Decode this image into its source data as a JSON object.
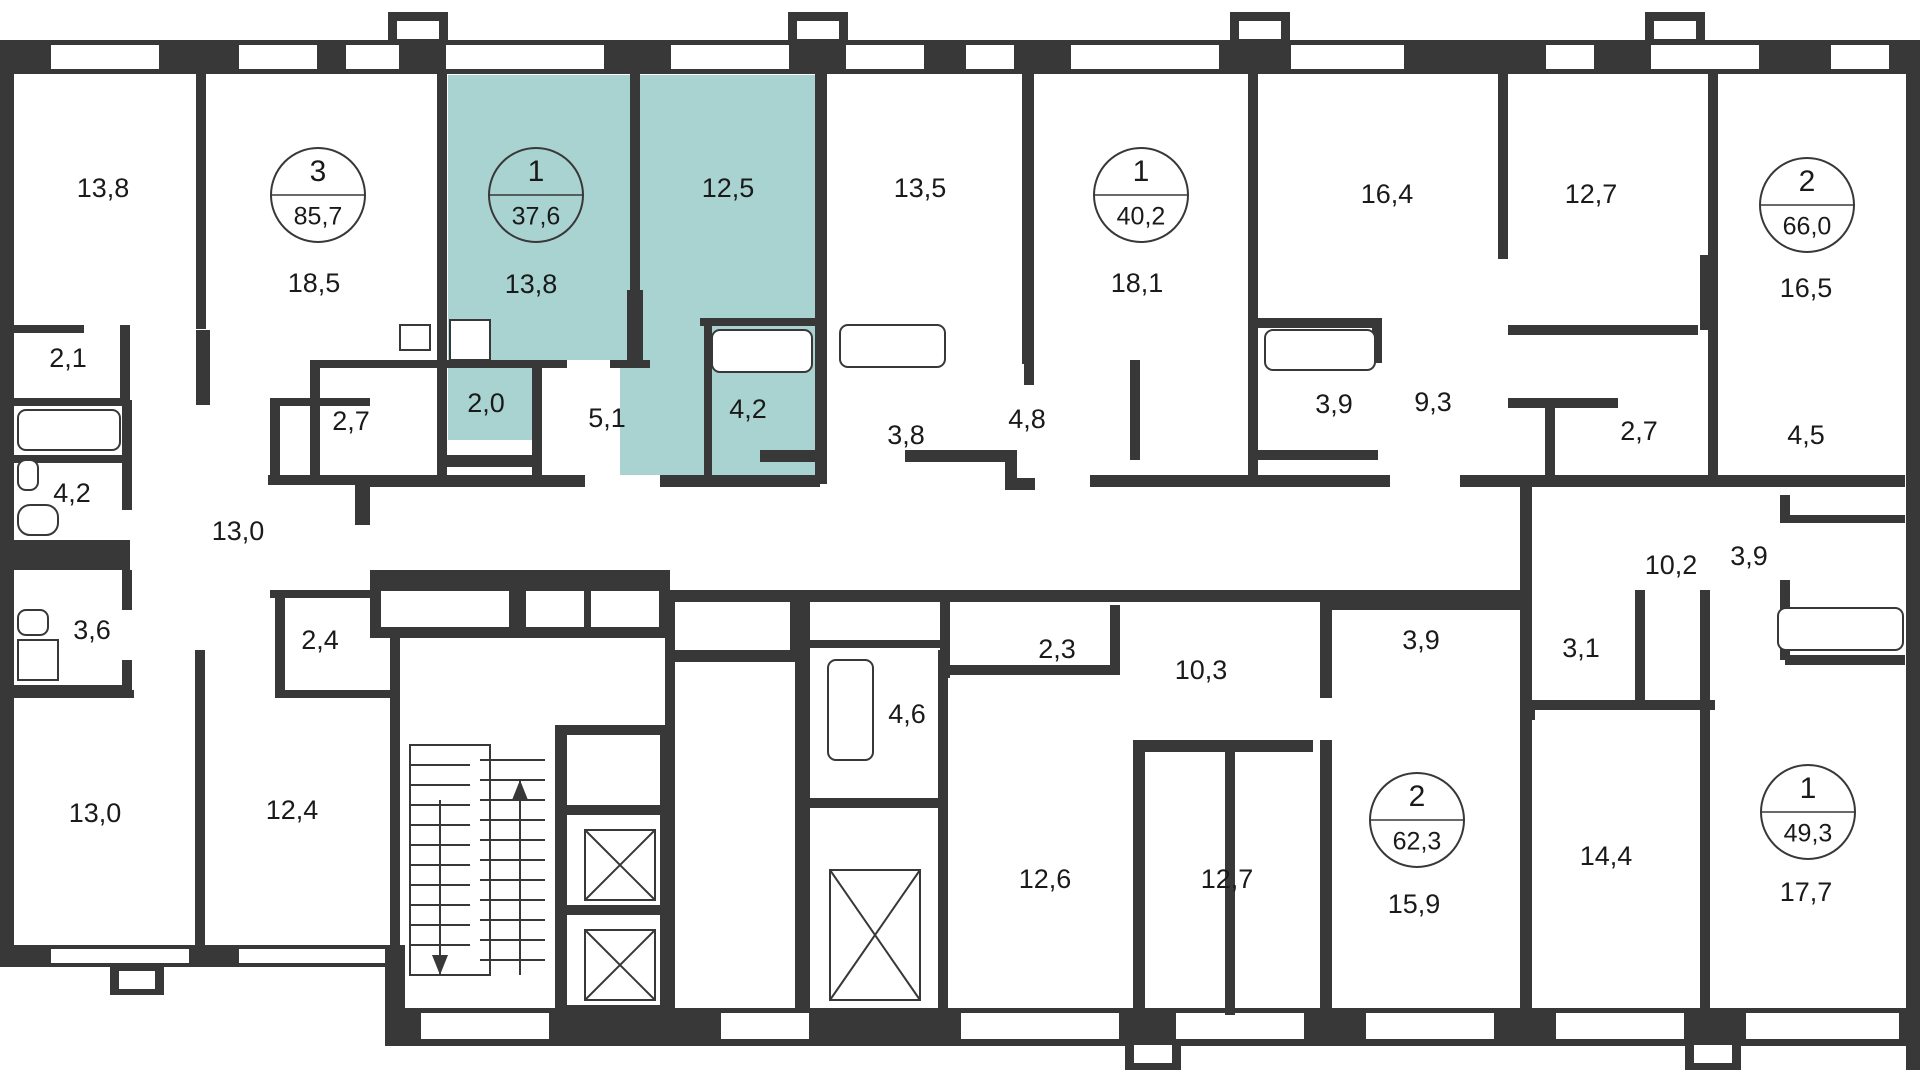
{
  "highlight_color": "#a8d3d1",
  "wall_color": "#383838",
  "apartments": [
    {
      "id": "apt-3",
      "rooms": "3",
      "area": "85,7"
    },
    {
      "id": "apt-1a",
      "rooms": "1",
      "area": "37,6"
    },
    {
      "id": "apt-1b",
      "rooms": "1",
      "area": "40,2"
    },
    {
      "id": "apt-2a",
      "rooms": "2",
      "area": "66,0"
    },
    {
      "id": "apt-2b",
      "rooms": "2",
      "area": "62,3"
    },
    {
      "id": "apt-1c",
      "rooms": "1",
      "area": "49,3"
    }
  ],
  "rooms": {
    "r01": "13,8",
    "r02": "18,5",
    "r03": "2,1",
    "r04": "2,7",
    "r05": "4,2",
    "r06": "13,0",
    "r07": "3,6",
    "r08": "2,4",
    "r09": "13,0",
    "r10": "12,4",
    "r11": "13,8",
    "r12": "12,5",
    "r13": "2,0",
    "r14": "5,1",
    "r15": "4,2",
    "r16": "13,5",
    "r17": "3,8",
    "r18": "18,1",
    "r19": "4,8",
    "r20": "16,4",
    "r21": "3,9",
    "r22": "9,3",
    "r23": "12,7",
    "r24": "16,5",
    "r25": "2,7",
    "r26": "4,5",
    "r27": "10,2",
    "r28": "3,9",
    "r29": "3,1",
    "r30": "2,3",
    "r31": "10,3",
    "r32": "3,9",
    "r33": "4,6",
    "r34": "12,6",
    "r35": "12,7",
    "r36": "15,9",
    "r37": "14,4",
    "r38": "17,7"
  }
}
